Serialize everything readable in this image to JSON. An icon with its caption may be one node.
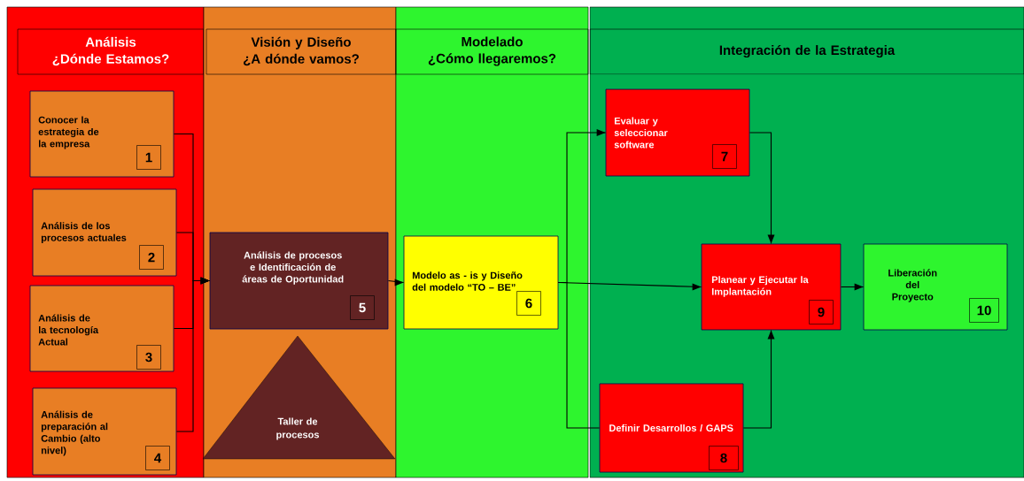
{
  "diagram": {
    "nodes": [
      {
        "text": [
          "Análisis",
          "¿Dónde Estamos?"
        ]
      },
      {
        "text": [
          "Visión y Diseño",
          "¿A dónde vamos?"
        ]
      },
      {
        "text": [
          "Modelado",
          "¿Cómo llegaremos?"
        ]
      },
      {
        "text": [
          "Integración de la Estrategia"
        ]
      },
      {
        "text": [
          "Conocer la estrategia de la empresa",
          "1"
        ],
        "in": 0
      },
      {
        "text": [
          "Análisis de los procesos actuales",
          "2"
        ],
        "in": 0
      },
      {
        "text": [
          "Análisis de la tecnología Actual",
          "3"
        ],
        "in": 0
      },
      {
        "text": [
          "Análisis de preparación al Cambio (alto nivel)",
          "4"
        ],
        "in": 0
      },
      {
        "text": [
          "Análisis de procesos e Identificación de áreas de Oportunidad",
          "5"
        ],
        "in": 1
      },
      {
        "text": [
          "Taller de procesos"
        ],
        "in": 1
      },
      {
        "text": [
          "Modelo as - is y Diseño del modelo “TO – BE”",
          "6"
        ],
        "in": 2
      },
      {
        "text": [
          "Evaluar y seleccionar software",
          "7"
        ],
        "in": 3
      },
      {
        "text": [
          "Planear y Ejecutar la Implantación",
          "9"
        ],
        "in": 3
      },
      {
        "text": [
          "Liberación del Proyecto",
          "10"
        ],
        "in": 3
      },
      {
        "text": [
          "Definir Desarrollos / GAPS",
          "8"
        ],
        "in": 3
      }
    ],
    "edges": [
      {
        "from": 4,
        "to": 8,
        "arrow": "to"
      },
      {
        "from": 5,
        "to": 8,
        "arrow": "to"
      },
      {
        "from": 6,
        "to": 8,
        "arrow": "to"
      },
      {
        "from": 7,
        "to": 8,
        "arrow": "to"
      },
      {
        "from": 8,
        "to": 10,
        "arrow": "to"
      },
      {
        "from": 10,
        "to": 11,
        "arrow": "to"
      },
      {
        "from": 10,
        "to": 12,
        "arrow": "to"
      },
      {
        "from": 10,
        "to": 14,
        "arrow": "none"
      },
      {
        "from": 11,
        "to": 12,
        "arrow": "to"
      },
      {
        "from": 14,
        "to": 12,
        "arrow": "to"
      },
      {
        "from": 12,
        "to": 13,
        "arrow": "to"
      }
    ]
  }
}
